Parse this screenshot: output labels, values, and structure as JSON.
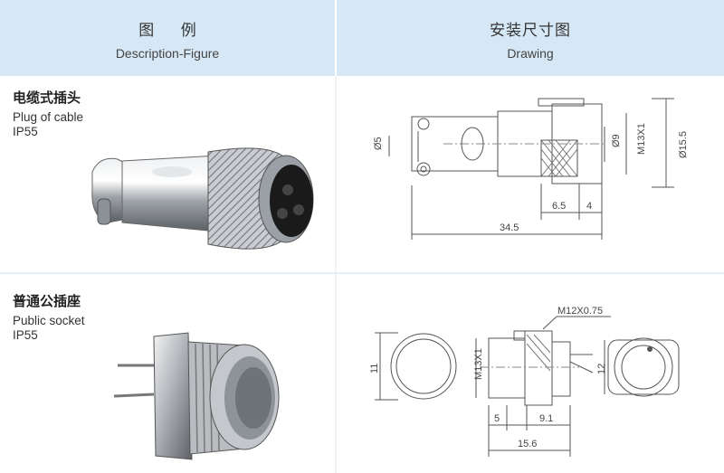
{
  "header": {
    "left_zh": "图 例",
    "left_en": "Description-Figure",
    "right_zh": "安装尺寸图",
    "right_en": "Drawing"
  },
  "rows": [
    {
      "name_zh": "电缆式插头",
      "name_en": "Plug of cable",
      "rating": "IP55",
      "dims": {
        "d_small": "Ø5",
        "d_inner": "Ø9",
        "thread": "M13X1",
        "d_outer": "Ø15.5",
        "seg_a": "6.5",
        "seg_b": "4",
        "total": "34.5"
      }
    },
    {
      "name_zh": "普通公插座",
      "name_en": "Public socket",
      "rating": "IP55",
      "dims": {
        "left_h": "11",
        "thread_top": "M12X0.75",
        "thread_body": "M13X1",
        "right_h": "12",
        "seg_a": "5",
        "seg_b": "9.1",
        "total": "15.6"
      }
    }
  ],
  "colors": {
    "header_bg": "#d6e7f6",
    "metal": "#b8bcc0",
    "line": "#555555"
  },
  "icons": [
    "plug-photo",
    "socket-photo"
  ]
}
